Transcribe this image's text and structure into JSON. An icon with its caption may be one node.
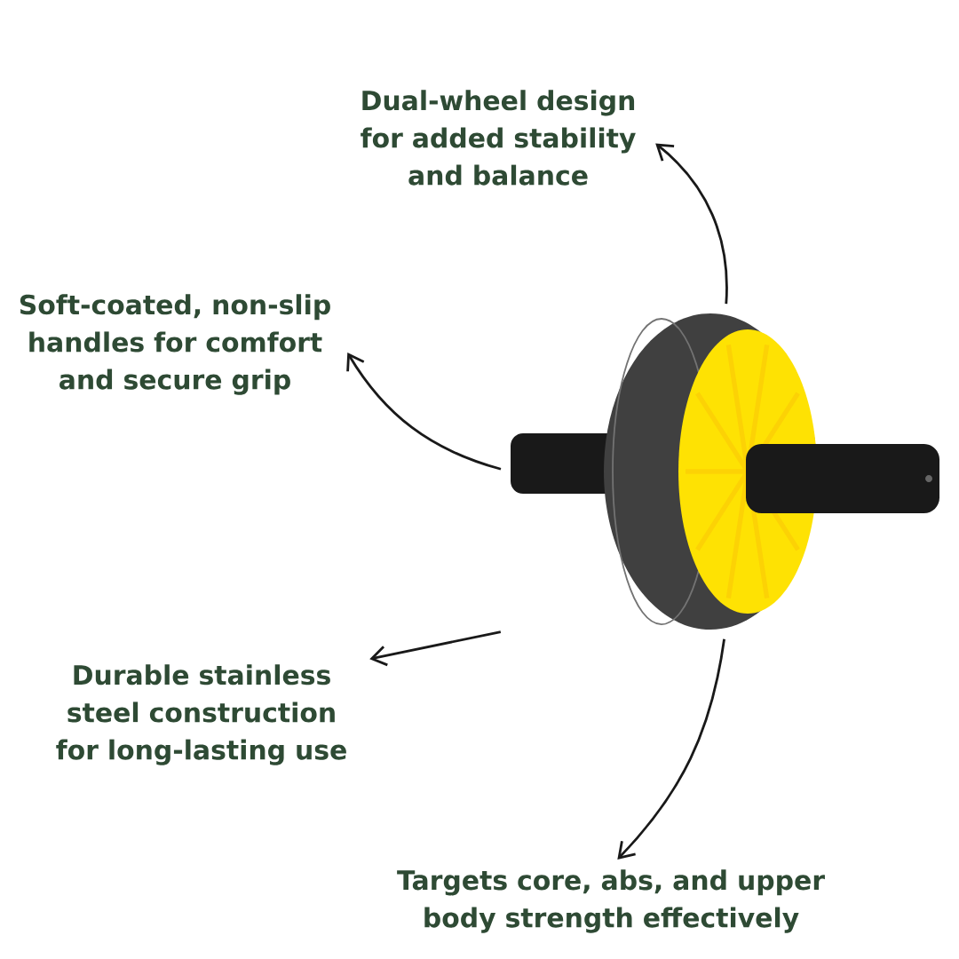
{
  "diagram": {
    "nodes": [
      {
        "text": [
          "Dual-wheel design for added stability and balance"
        ]
      },
      {
        "text": [
          "Soft-coated, non-slip handles for comfort and secure grip"
        ]
      },
      {
        "text": [],
        "shape": "picture"
      },
      {
        "text": [
          "Durable stainless steel construction for long-lasting use"
        ]
      },
      {
        "text": [
          "Targets core, abs, and upper body strength effectively"
        ]
      }
    ],
    "edges": [
      {
        "from": 2,
        "to": 0,
        "arrow": "to"
      },
      {
        "from": 2,
        "to": 1,
        "arrow": "to"
      },
      {
        "from": 2,
        "to": 3,
        "arrow": "to"
      },
      {
        "from": 2,
        "to": 4,
        "arrow": "to"
      }
    ]
  }
}
